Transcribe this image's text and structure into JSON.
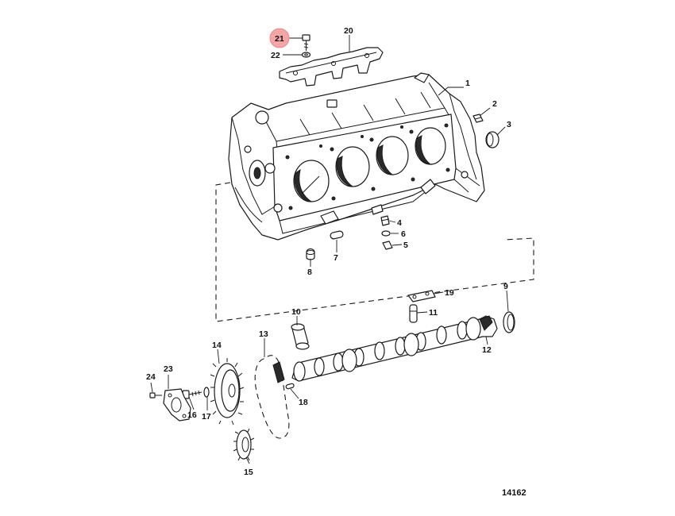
{
  "figure_number": "14162",
  "highlight_color": "#f4a6a6",
  "highlighted_callout": "21",
  "callouts": [
    {
      "id": "c1",
      "label": "1"
    },
    {
      "id": "c2",
      "label": "2"
    },
    {
      "id": "c3",
      "label": "3"
    },
    {
      "id": "c4",
      "label": "4"
    },
    {
      "id": "c5",
      "label": "5"
    },
    {
      "id": "c6",
      "label": "6"
    },
    {
      "id": "c7",
      "label": "7"
    },
    {
      "id": "c8",
      "label": "8"
    },
    {
      "id": "c9",
      "label": "9"
    },
    {
      "id": "c10",
      "label": "10"
    },
    {
      "id": "c11",
      "label": "11"
    },
    {
      "id": "c12",
      "label": "12"
    },
    {
      "id": "c13",
      "label": "13"
    },
    {
      "id": "c14",
      "label": "14"
    },
    {
      "id": "c15",
      "label": "15"
    },
    {
      "id": "c16",
      "label": "16"
    },
    {
      "id": "c17",
      "label": "17"
    },
    {
      "id": "c18",
      "label": "18"
    },
    {
      "id": "c19",
      "label": "19"
    },
    {
      "id": "c20",
      "label": "20"
    },
    {
      "id": "c21",
      "label": "21"
    },
    {
      "id": "c22",
      "label": "22"
    },
    {
      "id": "c23",
      "label": "23"
    },
    {
      "id": "c24",
      "label": "24"
    }
  ]
}
